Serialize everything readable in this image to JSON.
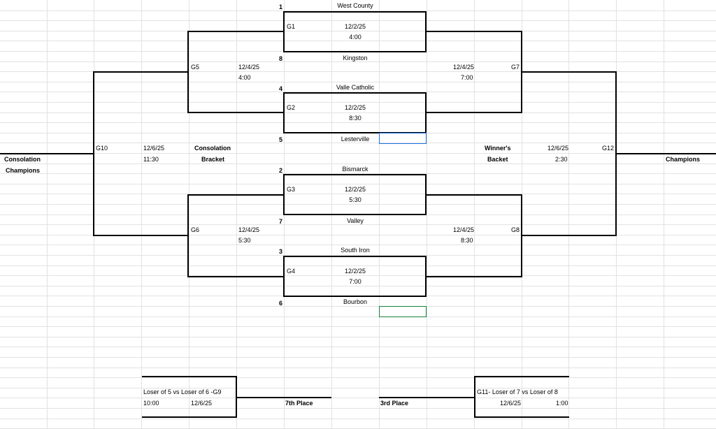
{
  "colors": {
    "gridline": "#e2e2e2",
    "selection_blue": "#1a73e8",
    "selection_green": "#188038"
  },
  "seeds": {
    "s1": "1",
    "s8": "8",
    "s4": "4",
    "s5": "5",
    "s2": "2",
    "s7": "7",
    "s3": "3",
    "s6": "6"
  },
  "teams": {
    "west_county": "West County",
    "kingston": "Kingston",
    "valle_catholic": "Valle Catholic",
    "lesterville": "Lesterville",
    "bismarck": "Bismarck",
    "valley": "Valley",
    "south_iron": "South Iron",
    "bourbon": "Bourbon"
  },
  "games": {
    "g1": {
      "label": "G1",
      "date": "12/2/25",
      "time": "4:00"
    },
    "g2": {
      "label": "G2",
      "date": "12/2/25",
      "time": "8:30"
    },
    "g3": {
      "label": "G3",
      "date": "12/2/25",
      "time": "5:30"
    },
    "g4": {
      "label": "G4",
      "date": "12/2/25",
      "time": "7:00"
    },
    "g5": {
      "label": "G5",
      "date": "12/4/25",
      "time": "4:00"
    },
    "g6": {
      "label": "G6",
      "date": "12/4/25",
      "time": "5:30"
    },
    "g7": {
      "label": "G7",
      "date": "12/4/25",
      "time": "7:00"
    },
    "g8": {
      "label": "G8",
      "date": "12/4/25",
      "time": "8:30"
    },
    "g10": {
      "label": "G10",
      "date": "12/6/25",
      "time": "11:30"
    },
    "g12": {
      "label": "G12",
      "date": "12/6/25",
      "time": "2:30"
    }
  },
  "labels": {
    "consolation_bracket_1": "Consolation",
    "consolation_bracket_2": "Bracket",
    "winners_bracket_1": "Winner's",
    "winners_bracket_2": "Backet",
    "consolation_champions_1": "Consolation",
    "consolation_champions_2": "Champions",
    "champions": "Champions",
    "seventh_place": "7th Place",
    "third_place": "3rd Place"
  },
  "placement_games": {
    "g9_desc": "Loser of 5 vs Loser of 6 -G9",
    "g9_time": "10:00",
    "g9_date": "12/6/25",
    "g11_desc": "G11- Loser of 7 vs Loser of 8",
    "g11_date": "12/6/25",
    "g11_time": "1:00"
  }
}
